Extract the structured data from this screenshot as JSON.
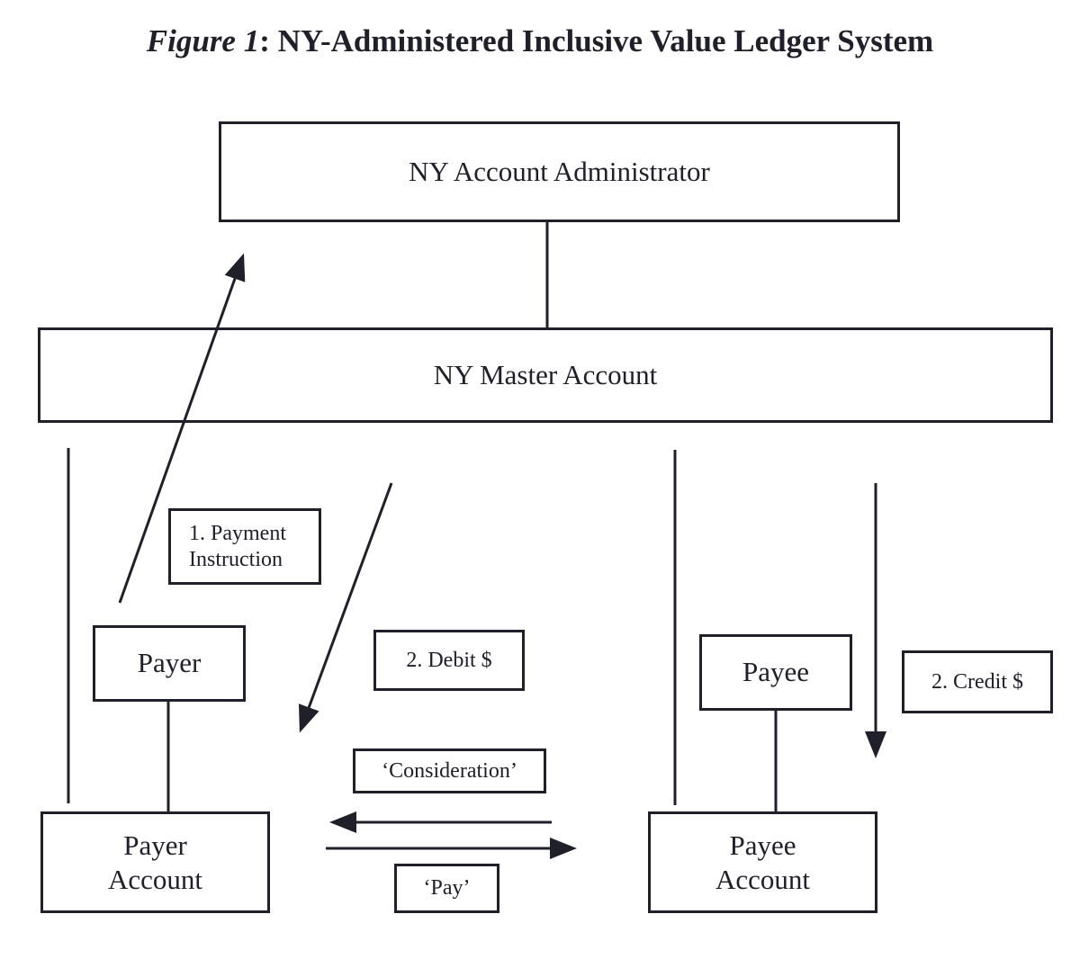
{
  "figure": {
    "title_italic": "Figure 1",
    "title_rest": ": NY-Administered Inclusive Value Ledger System"
  },
  "nodes": {
    "admin": {
      "label": "NY Account Administrator"
    },
    "master": {
      "label": "NY Master Account"
    },
    "payer": {
      "label": "Payer"
    },
    "payee": {
      "label": "Payee"
    },
    "payer_account": {
      "line1": "Payer",
      "line2": "Account"
    },
    "payee_account": {
      "line1": "Payee",
      "line2": "Account"
    }
  },
  "annotations": {
    "payment_instruction": {
      "line1": "1. Payment",
      "line2": "Instruction"
    },
    "debit": {
      "label": "2. Debit $"
    },
    "credit": {
      "label": "2. Credit $"
    },
    "consideration": {
      "label": "‘Consideration’"
    },
    "pay": {
      "label": "‘Pay’"
    }
  },
  "colors": {
    "ink": "#20202a",
    "paper": "#ffffff"
  }
}
